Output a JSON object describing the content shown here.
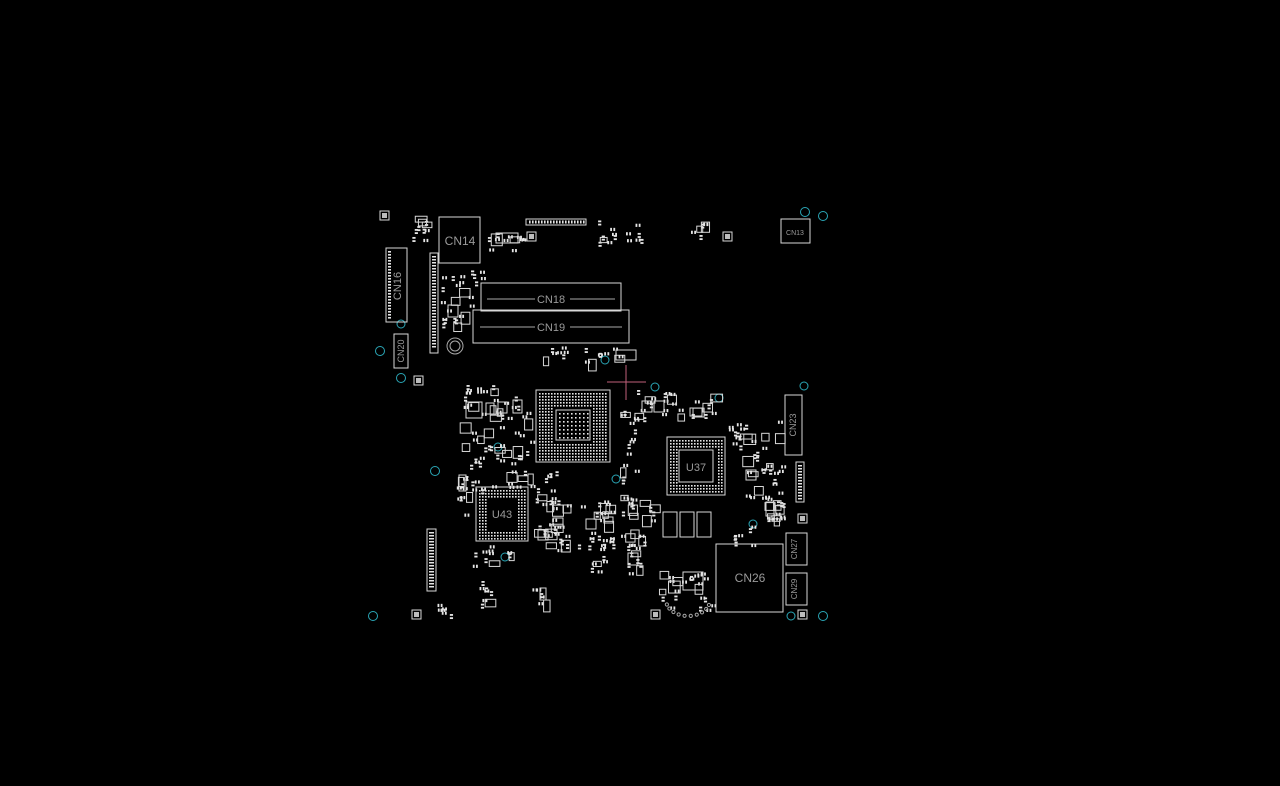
{
  "background_color": "#000000",
  "outline_color": "#d8d8d8",
  "mounting_hole_color": "#2aa6b6",
  "cursor_color": "#c0607a",
  "labels": {
    "cn14": "CN14",
    "cn16": "CN16",
    "cn18": "CN18",
    "cn19": "CN19",
    "cn20": "CN20",
    "cn13": "CN13",
    "cn23": "CN23",
    "u37": "U37",
    "u43": "U43",
    "cn26": "CN26",
    "cn27": "CN27",
    "cn29": "CN29"
  }
}
